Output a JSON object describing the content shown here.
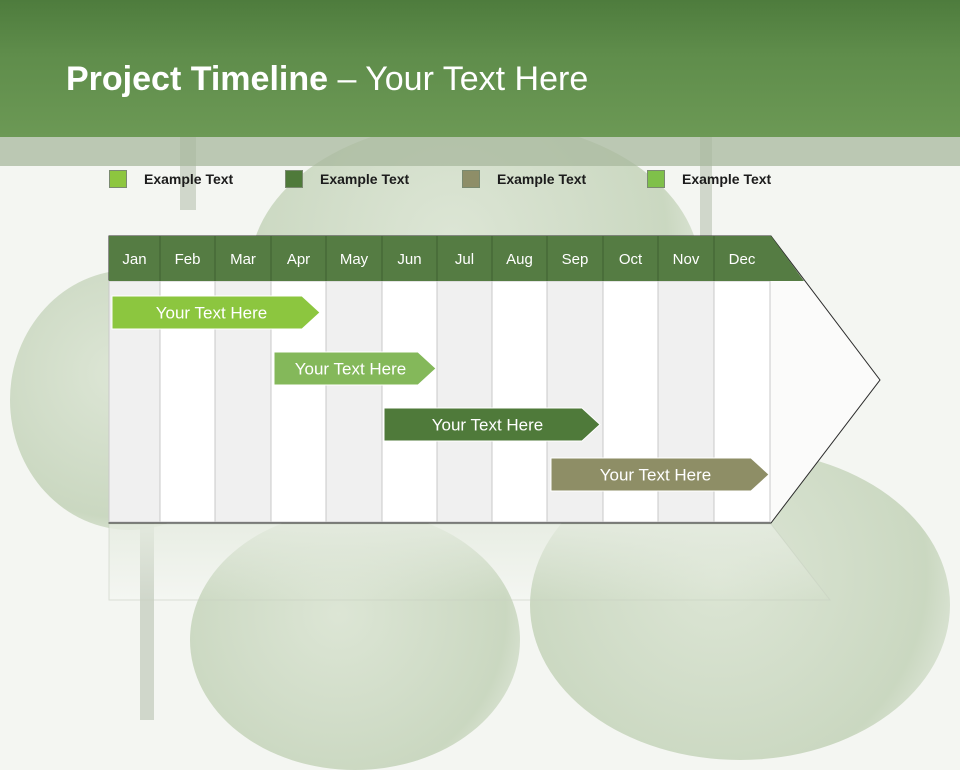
{
  "title": {
    "bold": "Project Timeline",
    "rest": " – Your Text Here"
  },
  "legend": [
    {
      "label": "Example Text",
      "color": "#8dc63f"
    },
    {
      "label": "Example Text",
      "color": "#4f7a3a"
    },
    {
      "label": "Example Text",
      "color": "#8e8e68"
    },
    {
      "label": "Example Text",
      "color": "#7fc04a"
    }
  ],
  "months": [
    "Jan",
    "Feb",
    "Mar",
    "Apr",
    "May",
    "Jun",
    "Jul",
    "Aug",
    "Sep",
    "Oct",
    "Nov",
    "Dec"
  ],
  "tasks": [
    {
      "label": "Your  Text Here",
      "color": "#8cc63f",
      "start_month": "Jan",
      "end_month": "Apr"
    },
    {
      "label": "Your  Text Here",
      "color": "#84b85a",
      "start_month": "Apr",
      "end_month": "Jun"
    },
    {
      "label": "Your  Text Here",
      "color": "#4f7a3a",
      "start_month": "Jun",
      "end_month": "Sep"
    },
    {
      "label": "Your  Text Here",
      "color": "#8e8e66",
      "start_month": "Sep",
      "end_month": "Dec"
    }
  ],
  "colors": {
    "header": "#5f8d4b",
    "month_header": "#557c43"
  }
}
